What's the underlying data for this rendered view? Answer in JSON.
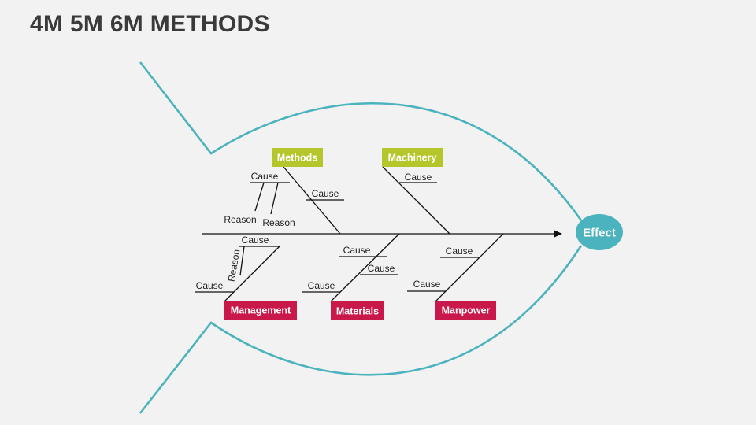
{
  "title": "4M 5M 6M METHODS",
  "colors": {
    "outline": "#4bb3bd",
    "effect": "#4bb3bd",
    "category_top": "#b5c62b",
    "category_bottom": "#c8194a"
  },
  "effect": "Effect",
  "categories": {
    "methods": "Methods",
    "machinery": "Machinery",
    "management": "Management",
    "materials": "Materials",
    "manpower": "Manpower"
  },
  "causes": {
    "methods_1": "Cause",
    "methods_2": "Cause",
    "machinery_1": "Cause",
    "management_1": "Cause",
    "management_2": "Cause",
    "materials_1": "Cause",
    "materials_2": "Cause",
    "materials_3": "Cause",
    "manpower_1": "Cause",
    "manpower_2": "Cause"
  },
  "reasons": {
    "methods_1": "Reason",
    "methods_2": "Reason",
    "management_1": "Reason"
  }
}
